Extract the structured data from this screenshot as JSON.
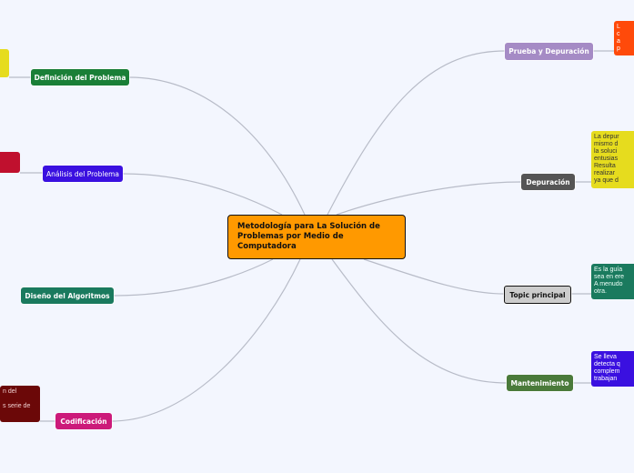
{
  "central_topic": {
    "label": "Metodología para La Solución de Problemas por Medio de Computadora",
    "color": "#ff9900"
  },
  "branches": [
    {
      "label": "Prueba y Depuración",
      "color": "#a58bc5",
      "note": [
        "L",
        "c",
        "a",
        "p"
      ],
      "note_color": "#ff4a0a"
    },
    {
      "label": "Depuración",
      "color": "#555555",
      "note": [
        "La depur",
        "mismo d",
        "la soluci",
        "entusias",
        "Resulta",
        "realizar",
        "ya que d"
      ],
      "note_color": "#e6dc1e"
    },
    {
      "label": "Topic principal",
      "color": "#cccccc",
      "note": [
        "Es la guía",
        "sea en ere",
        "A menudo",
        "otra."
      ],
      "note_color": "#1a7a5e"
    },
    {
      "label": "Mantenimiento",
      "color": "#4a7a3a",
      "note": [
        "Se lleva",
        "detecta q",
        "complem",
        "trabajan"
      ],
      "note_color": "#3a10e0"
    },
    {
      "label": "Definición del Problema",
      "color": "#1a7f37",
      "note": [],
      "note_color": "#e6dc1e"
    },
    {
      "label": "Análisis del Problema",
      "color": "#3a10e0",
      "note": [],
      "note_color": "#c0102e"
    },
    {
      "label": "Diseño del Algoritmos",
      "color": "#1a7a5e",
      "note": [],
      "note_color": ""
    },
    {
      "label": "Codificación",
      "color": "#cc1a7a",
      "note": [
        "n del",
        "",
        "s serie de"
      ],
      "note_color": "#6b0808"
    }
  ]
}
